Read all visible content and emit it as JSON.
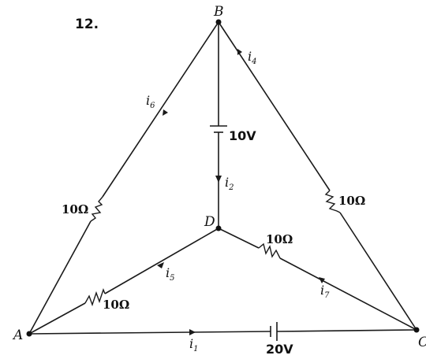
{
  "problem_number": "12.",
  "nodes": {
    "A": "A",
    "B": "B",
    "C": "C",
    "D": "D"
  },
  "currents": {
    "i1": {
      "main": "i",
      "sub": "1"
    },
    "i2": {
      "main": "i",
      "sub": "2"
    },
    "i4": {
      "main": "i",
      "sub": "4"
    },
    "i5": {
      "main": "i",
      "sub": "5"
    },
    "i6": {
      "main": "i",
      "sub": "6"
    },
    "i7": {
      "main": "i",
      "sub": "7"
    }
  },
  "components": {
    "battery_BD": "10V",
    "battery_AC": "20V",
    "resistor_AB": "10Ω",
    "resistor_BC": "10Ω",
    "resistor_AD": "10Ω",
    "resistor_DC": "10Ω"
  }
}
